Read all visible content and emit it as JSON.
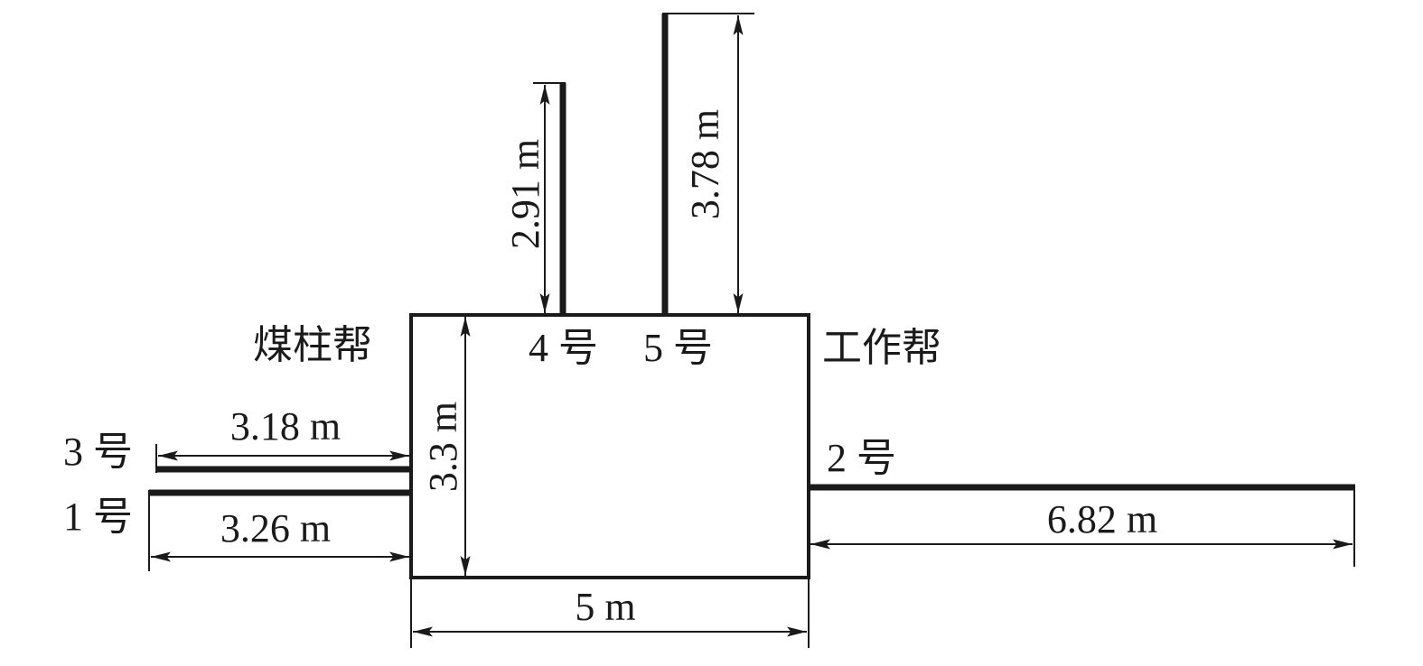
{
  "labels": {
    "coal_pillar_side": "煤柱帮",
    "working_side": "工作帮",
    "hole_1": "1 号",
    "hole_2": "2 号",
    "hole_3": "3 号",
    "hole_4": "4 号",
    "hole_5": "5 号"
  },
  "dimensions": {
    "roadway_width": "5 m",
    "roadway_height": "3.3 m",
    "hole_1_length": "3.26 m",
    "hole_2_length": "6.82 m",
    "hole_3_length": "3.18 m",
    "hole_4_length": "2.91 m",
    "hole_5_length": "3.78 m"
  },
  "colors": {
    "line": "#1a1a1a",
    "background": "#ffffff"
  }
}
